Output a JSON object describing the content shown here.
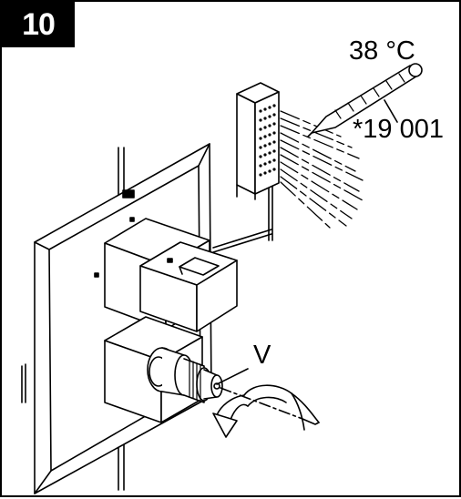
{
  "step": {
    "number": "10"
  },
  "labels": {
    "temperature": "38 °C",
    "thermometer_part": "*19 001",
    "adjust_marker": "V"
  },
  "colors": {
    "ink": "#000000",
    "paper": "#ffffff"
  }
}
